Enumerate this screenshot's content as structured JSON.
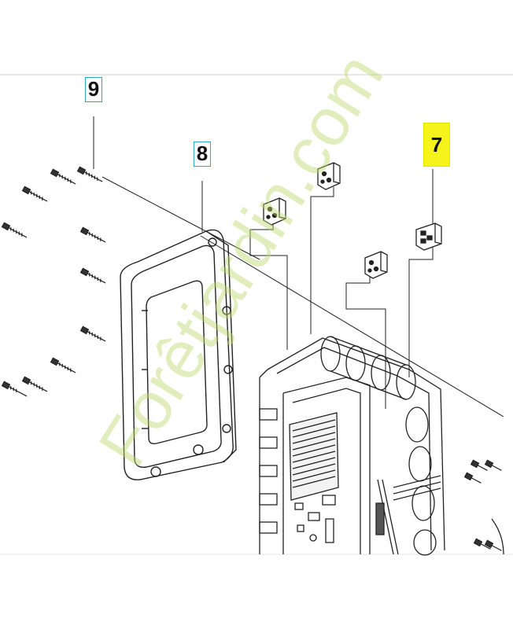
{
  "callouts": {
    "part_9": "9",
    "part_8": "8",
    "part_7": "7"
  },
  "colors": {
    "callout_border": "#2aa7c8",
    "callout_highlight": "#f5f21c",
    "line_art": "#222222",
    "watermark": "#bed66e"
  },
  "watermark": {
    "text": "Forêtjardin.com"
  }
}
